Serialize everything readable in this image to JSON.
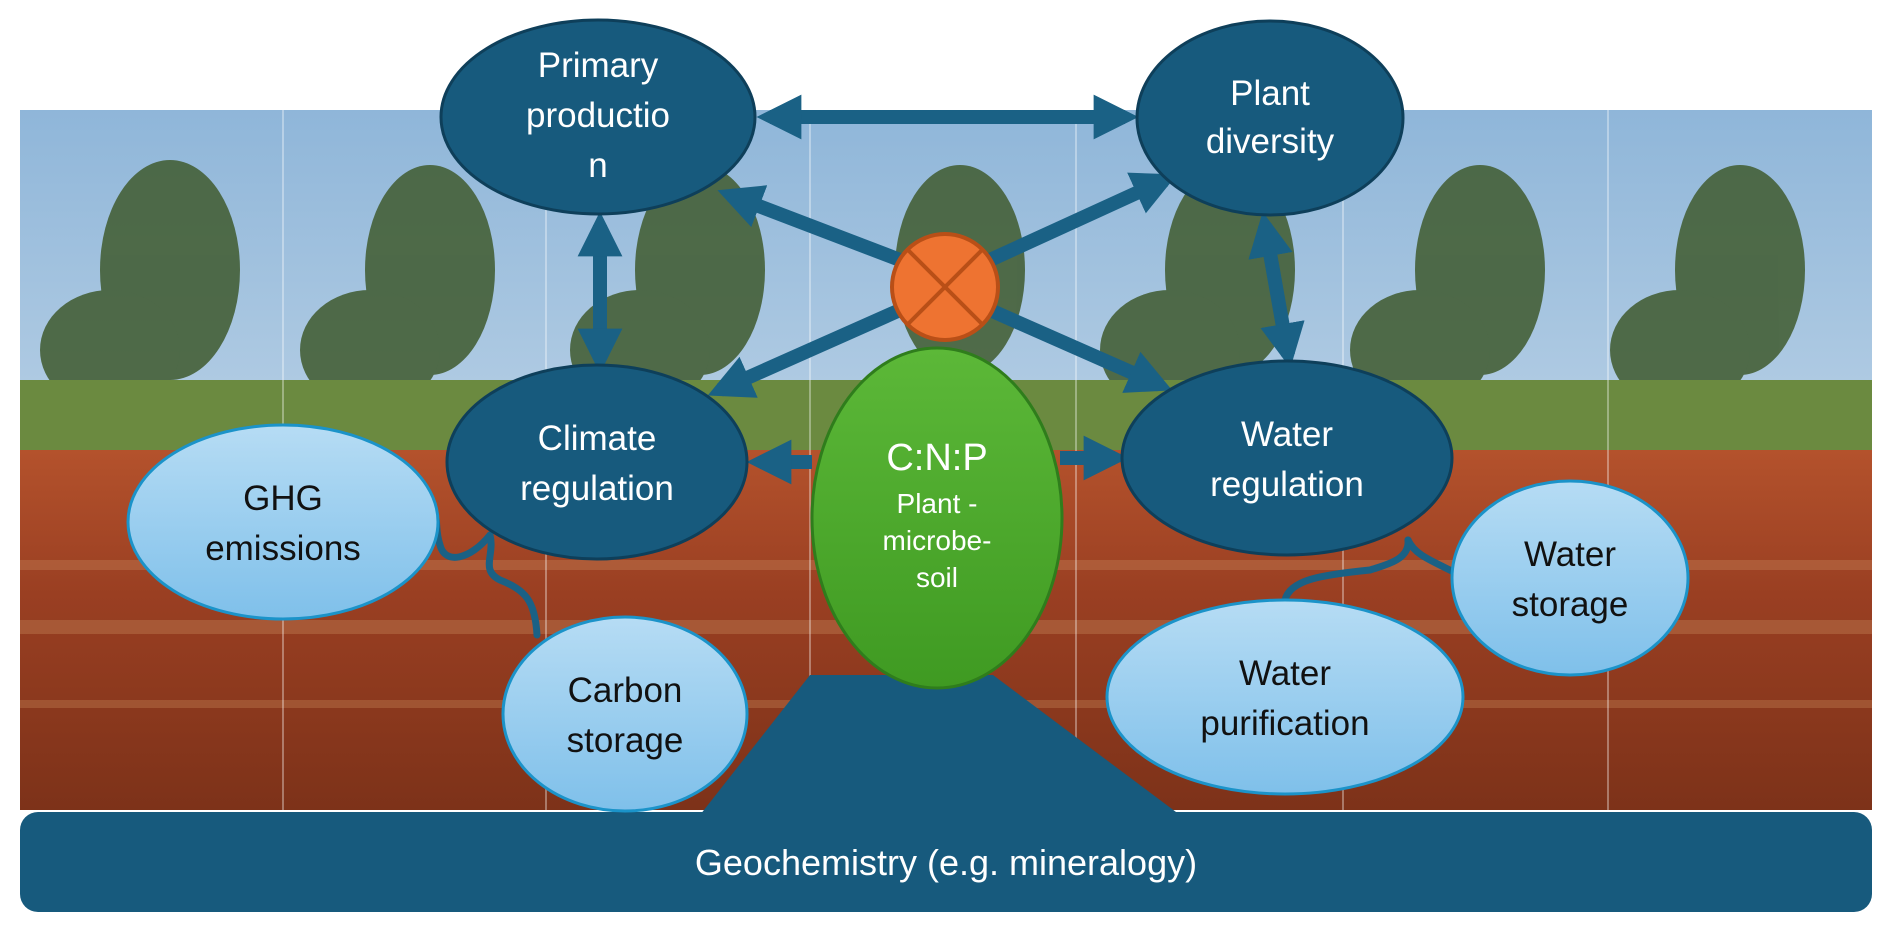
{
  "colors": {
    "dark_node": "#175a7d",
    "dark_node_stroke": "#0e3f5a",
    "light_node": "#9fd0ef",
    "light_node_stroke": "#1b93c9",
    "center_node": "#4aa52b",
    "center_node_stroke": "#2f7d1c",
    "interaction_node": "#ee7331",
    "arrow": "#1a6185",
    "base_bar": "#175a7d",
    "sky": "#a8c8e2",
    "soil": "#a24528",
    "grass": "#6f8d45"
  },
  "nodes": {
    "primary_production": [
      "Primary",
      "productio",
      "n"
    ],
    "plant_diversity": [
      "Plant",
      "diversity"
    ],
    "climate_regulation": [
      "Climate",
      "regulation"
    ],
    "water_regulation": [
      "Water",
      "regulation"
    ],
    "center": {
      "title": "C:N:P",
      "lines": [
        "Plant -",
        "microbe-",
        "soil"
      ]
    },
    "ghg_emissions": [
      "GHG",
      "emissions"
    ],
    "carbon_storage": [
      "Carbon",
      "storage"
    ],
    "water_storage": [
      "Water",
      "storage"
    ],
    "water_purification": [
      "Water",
      "purification"
    ]
  },
  "base": {
    "label": "Geochemistry (e.g. mineralogy)"
  },
  "icons": {
    "interaction": "circle-x-icon"
  }
}
